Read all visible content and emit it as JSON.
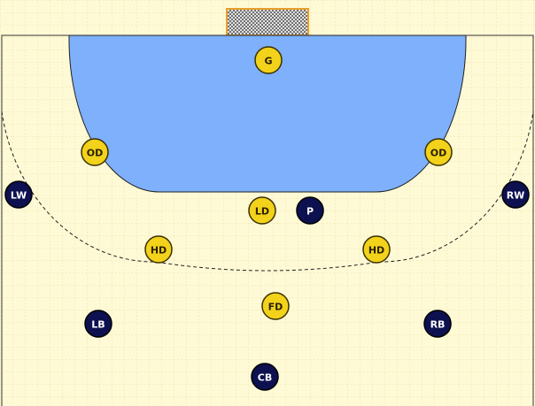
{
  "colors": {
    "court_background": "#fffad6",
    "grid_line": "#e8e1a8",
    "goal_area": "#7eb0fb",
    "goal_frame": "#e8a02a",
    "defender_fill": "#f2d21a",
    "defender_stroke": "#3a3000",
    "defender_text": "#2a2000",
    "attacker_fill": "#0d1150",
    "attacker_stroke": "#000000",
    "attacker_text": "#ffffff"
  },
  "players": [
    {
      "id": "goalkeeper",
      "label": "G",
      "team": "defense"
    },
    {
      "id": "left-outside-defender",
      "label": "OD",
      "team": "defense"
    },
    {
      "id": "right-outside-defender",
      "label": "OD",
      "team": "defense"
    },
    {
      "id": "left-wing",
      "label": "LW",
      "team": "attack"
    },
    {
      "id": "right-wing",
      "label": "RW",
      "team": "attack"
    },
    {
      "id": "linebacker-defender",
      "label": "LD",
      "team": "defense"
    },
    {
      "id": "pivot",
      "label": "P",
      "team": "attack"
    },
    {
      "id": "left-half-defender",
      "label": "HD",
      "team": "defense"
    },
    {
      "id": "right-half-defender",
      "label": "HD",
      "team": "defense"
    },
    {
      "id": "front-defender",
      "label": "FD",
      "team": "defense"
    },
    {
      "id": "left-back",
      "label": "LB",
      "team": "attack"
    },
    {
      "id": "right-back",
      "label": "RB",
      "team": "attack"
    },
    {
      "id": "center-back",
      "label": "CB",
      "team": "attack"
    }
  ]
}
